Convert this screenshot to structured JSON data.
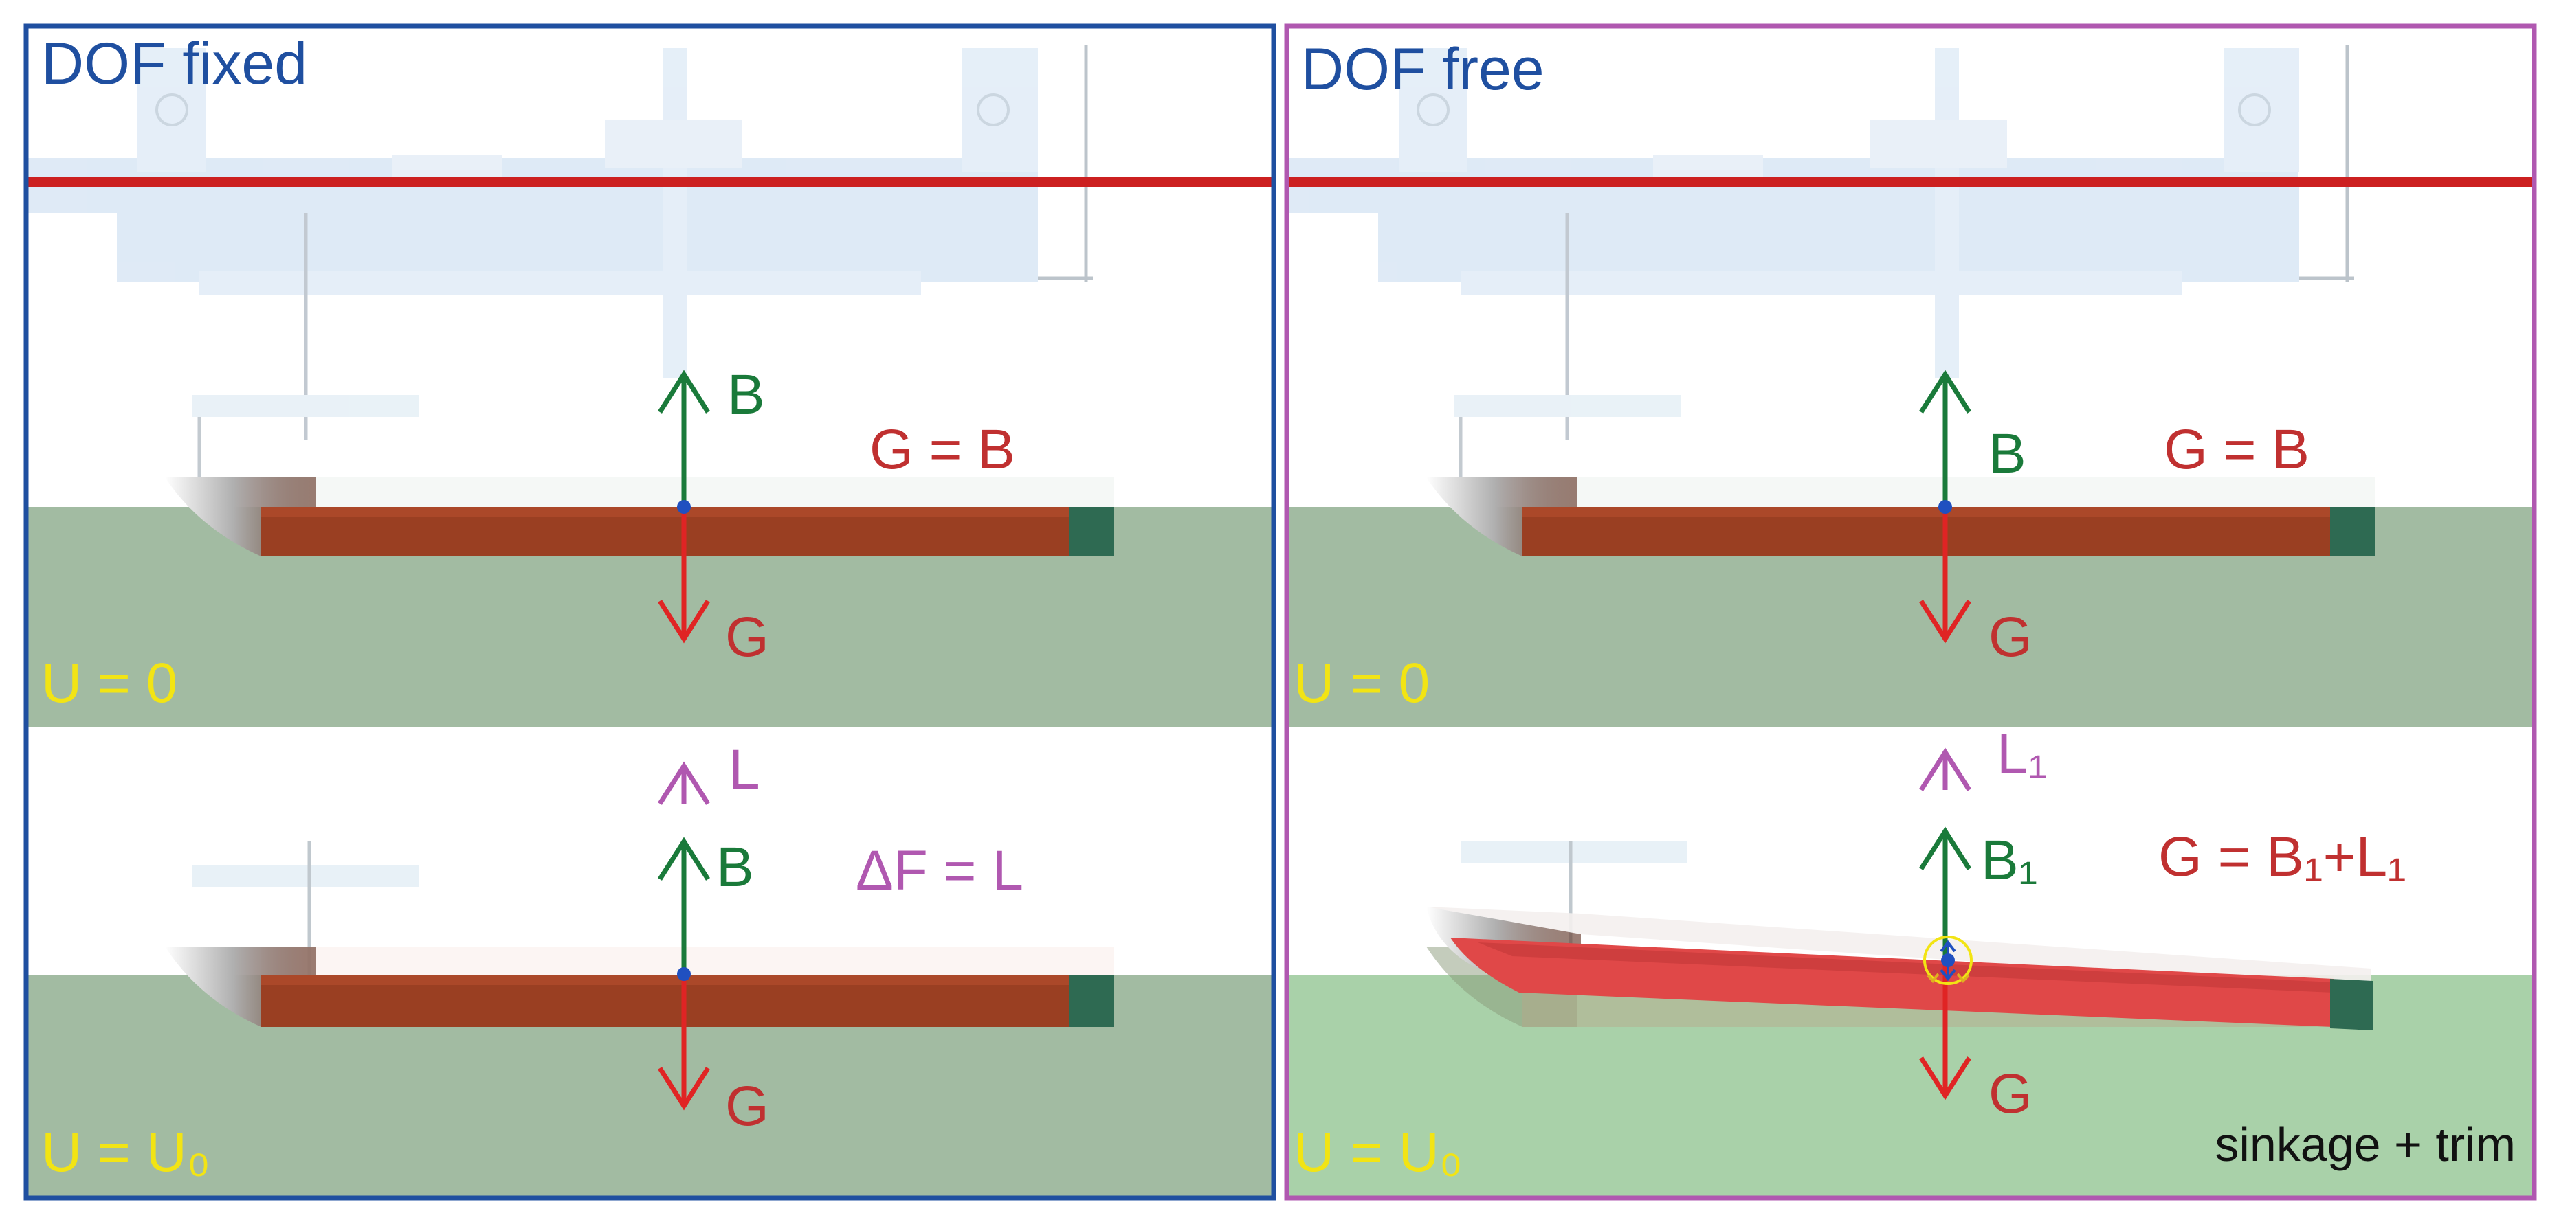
{
  "panels": {
    "left": {
      "title": "DOF fixed",
      "top": {
        "speed_label": "U = 0",
        "up_force": "B",
        "down_force": "G",
        "equation": "G = B"
      },
      "bottom": {
        "speed_label": "U = U₀",
        "lift_force": "L",
        "up_force": "B",
        "down_force": "G",
        "equation": "ΔF = L"
      }
    },
    "right": {
      "title": "DOF free",
      "top": {
        "speed_label": "U = 0",
        "up_force": "B",
        "down_force": "G",
        "equation": "G = B"
      },
      "bottom": {
        "speed_label": "U = U₀",
        "lift_force": "L₁",
        "up_force": "B₁",
        "down_force": "G",
        "equation": "G = B₁+L₁",
        "note": "sinkage + trim"
      }
    }
  },
  "colors": {
    "left_frame": "#1f4fa0",
    "right_frame": "#b058b0",
    "water": "#a2bba2",
    "water_light": "#a9d1a9",
    "hull": "#9a3f22",
    "hull_trim": "#e04848",
    "stern_block": "#2e6a52",
    "rig": "#dde9f6",
    "waterline_red": "#cc2020",
    "buoyancy_arrow": "#1a7a3a",
    "gravity_arrow": "#e02424",
    "lift_arrow": "#b058b0",
    "speed_text": "#f2e414",
    "equation_red": "#c03030",
    "title_blue": "#1f4fa0"
  }
}
